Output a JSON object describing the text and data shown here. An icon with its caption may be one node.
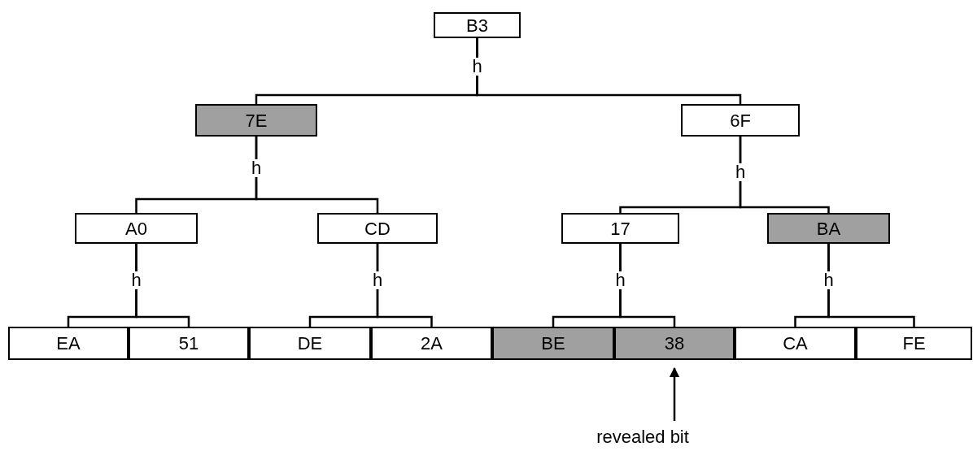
{
  "diagram": {
    "nodes": [
      {
        "text": [
          "B3"
        ]
      },
      {
        "text": [
          "7E"
        ]
      },
      {
        "text": [
          "6F"
        ]
      },
      {
        "text": [
          "A0"
        ]
      },
      {
        "text": [
          "CD"
        ]
      },
      {
        "text": [
          "17"
        ]
      },
      {
        "text": [
          "BA"
        ]
      },
      {
        "text": [
          "EA"
        ]
      },
      {
        "text": [
          "51"
        ]
      },
      {
        "text": [
          "DE"
        ]
      },
      {
        "text": [
          "2A"
        ]
      },
      {
        "text": [
          "BE"
        ]
      },
      {
        "text": [
          "38"
        ]
      },
      {
        "text": [
          "CA"
        ]
      },
      {
        "text": [
          "FE"
        ]
      },
      {
        "text": [
          "revealed bit"
        ]
      }
    ],
    "edges": [
      {
        "from": 0,
        "to": 1,
        "arrow": "none",
        "label": "h"
      },
      {
        "from": 0,
        "to": 2,
        "arrow": "none"
      },
      {
        "from": 1,
        "to": 3,
        "arrow": "none",
        "label": "h"
      },
      {
        "from": 1,
        "to": 4,
        "arrow": "none"
      },
      {
        "from": 2,
        "to": 5,
        "arrow": "none",
        "label": "h"
      },
      {
        "from": 2,
        "to": 6,
        "arrow": "none"
      },
      {
        "from": 3,
        "to": 7,
        "arrow": "none",
        "label": "h"
      },
      {
        "from": 3,
        "to": 8,
        "arrow": "none"
      },
      {
        "from": 4,
        "to": 9,
        "arrow": "none",
        "label": "h"
      },
      {
        "from": 4,
        "to": 10,
        "arrow": "none"
      },
      {
        "from": 5,
        "to": 11,
        "arrow": "none",
        "label": "h"
      },
      {
        "from": 5,
        "to": 12,
        "arrow": "none"
      },
      {
        "from": 6,
        "to": 13,
        "arrow": "none",
        "label": "h"
      },
      {
        "from": 6,
        "to": 14,
        "arrow": "none"
      },
      {
        "from": 15,
        "to": 12,
        "arrow": "to"
      }
    ]
  }
}
